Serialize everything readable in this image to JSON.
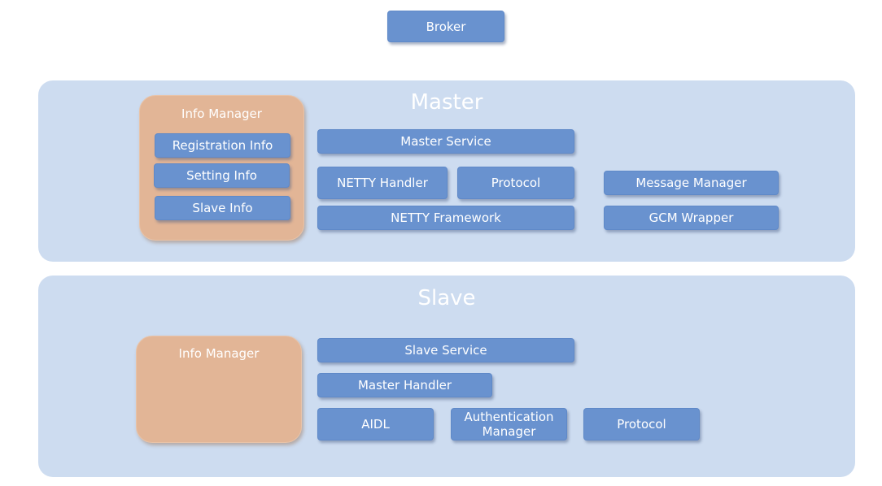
{
  "broker": {
    "label": "Broker"
  },
  "master": {
    "title": "Master",
    "info_manager": {
      "title": "Info Manager",
      "items": [
        "Registration Info",
        "Setting Info",
        "Slave Info"
      ]
    },
    "master_service": "Master Service",
    "netty_handler": "NETTY Handler",
    "protocol": "Protocol",
    "netty_framework": "NETTY Framework",
    "message_manager": "Message Manager",
    "gcm_wrapper": "GCM Wrapper"
  },
  "slave": {
    "title": "Slave",
    "info_manager": {
      "title": "Info Manager"
    },
    "slave_service": "Slave Service",
    "master_handler": "Master Handler",
    "aidl": "AIDL",
    "authentication_manager": "Authentication Manager",
    "protocol": "Protocol"
  },
  "colors": {
    "panel": "#cddcf0",
    "box": "#6992cf",
    "info_manager": "#e2b596",
    "text": "#ffffff"
  }
}
